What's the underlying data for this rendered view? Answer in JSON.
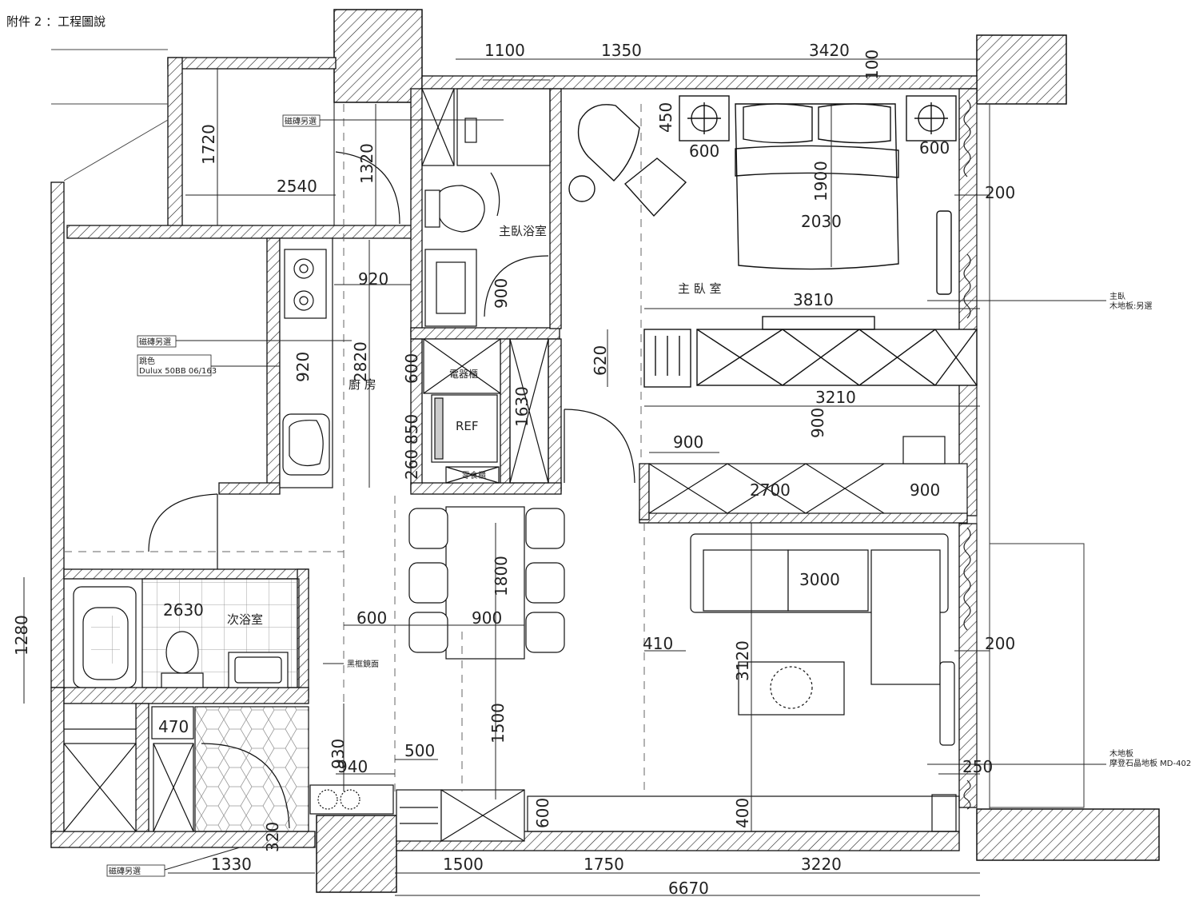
{
  "title": "附件 2 ：工程圖說",
  "rooms": {
    "master_bath": "主臥浴室",
    "master_bedroom": "主 臥 室",
    "kitchen": "廚 房",
    "second_bath": "次浴室"
  },
  "fixtures": {
    "ref": "REF",
    "appliance_cabinet": "電器櫃",
    "pantry": "零食櫃"
  },
  "notes": {
    "tile_top": "磁磚另選",
    "tile_left": "磁磚另選",
    "paint_label": "跳色",
    "paint_code": "Dulux 50BB 06/163",
    "mirror": "黑框鏡面",
    "tile_bottom": "磁磚另選",
    "master_floor_line1": "主臥",
    "master_floor_line2": "木地板:另選",
    "floor_line1": "木地板",
    "floor_line2": "摩登石晶地板 MD-402"
  },
  "dims": {
    "d1100": "1100",
    "d1350": "1350",
    "d3420": "3420",
    "d100": "100",
    "d450": "450",
    "d600a": "600",
    "d600b": "600",
    "d1900": "1900",
    "d200a": "200",
    "d2030": "2030",
    "d1720": "1720",
    "d1320": "1320",
    "d2540": "2540",
    "d920a": "920",
    "d900a": "900",
    "d3810": "3810",
    "d920b": "920",
    "d2820": "2820",
    "d600c": "600",
    "d620": "620",
    "d850": "850",
    "d1630": "1630",
    "d3210": "3210",
    "d900b": "900",
    "d900c": "900",
    "d260": "260",
    "d2700": "2700",
    "d900d": "900",
    "d1800": "1800",
    "d3000": "3000",
    "d2630": "2630",
    "d1280": "1280",
    "d600d": "600",
    "d900e": "900",
    "d410": "410",
    "d200b": "200",
    "d3120": "3120",
    "d470": "470",
    "d930": "930",
    "d1500a": "1500",
    "d500": "500",
    "d940": "940",
    "d250": "250",
    "d600e": "600",
    "d400": "400",
    "d320": "320",
    "d1330": "1330",
    "d1500b": "1500",
    "d1750": "1750",
    "d3220": "3220",
    "d6670": "6670"
  }
}
